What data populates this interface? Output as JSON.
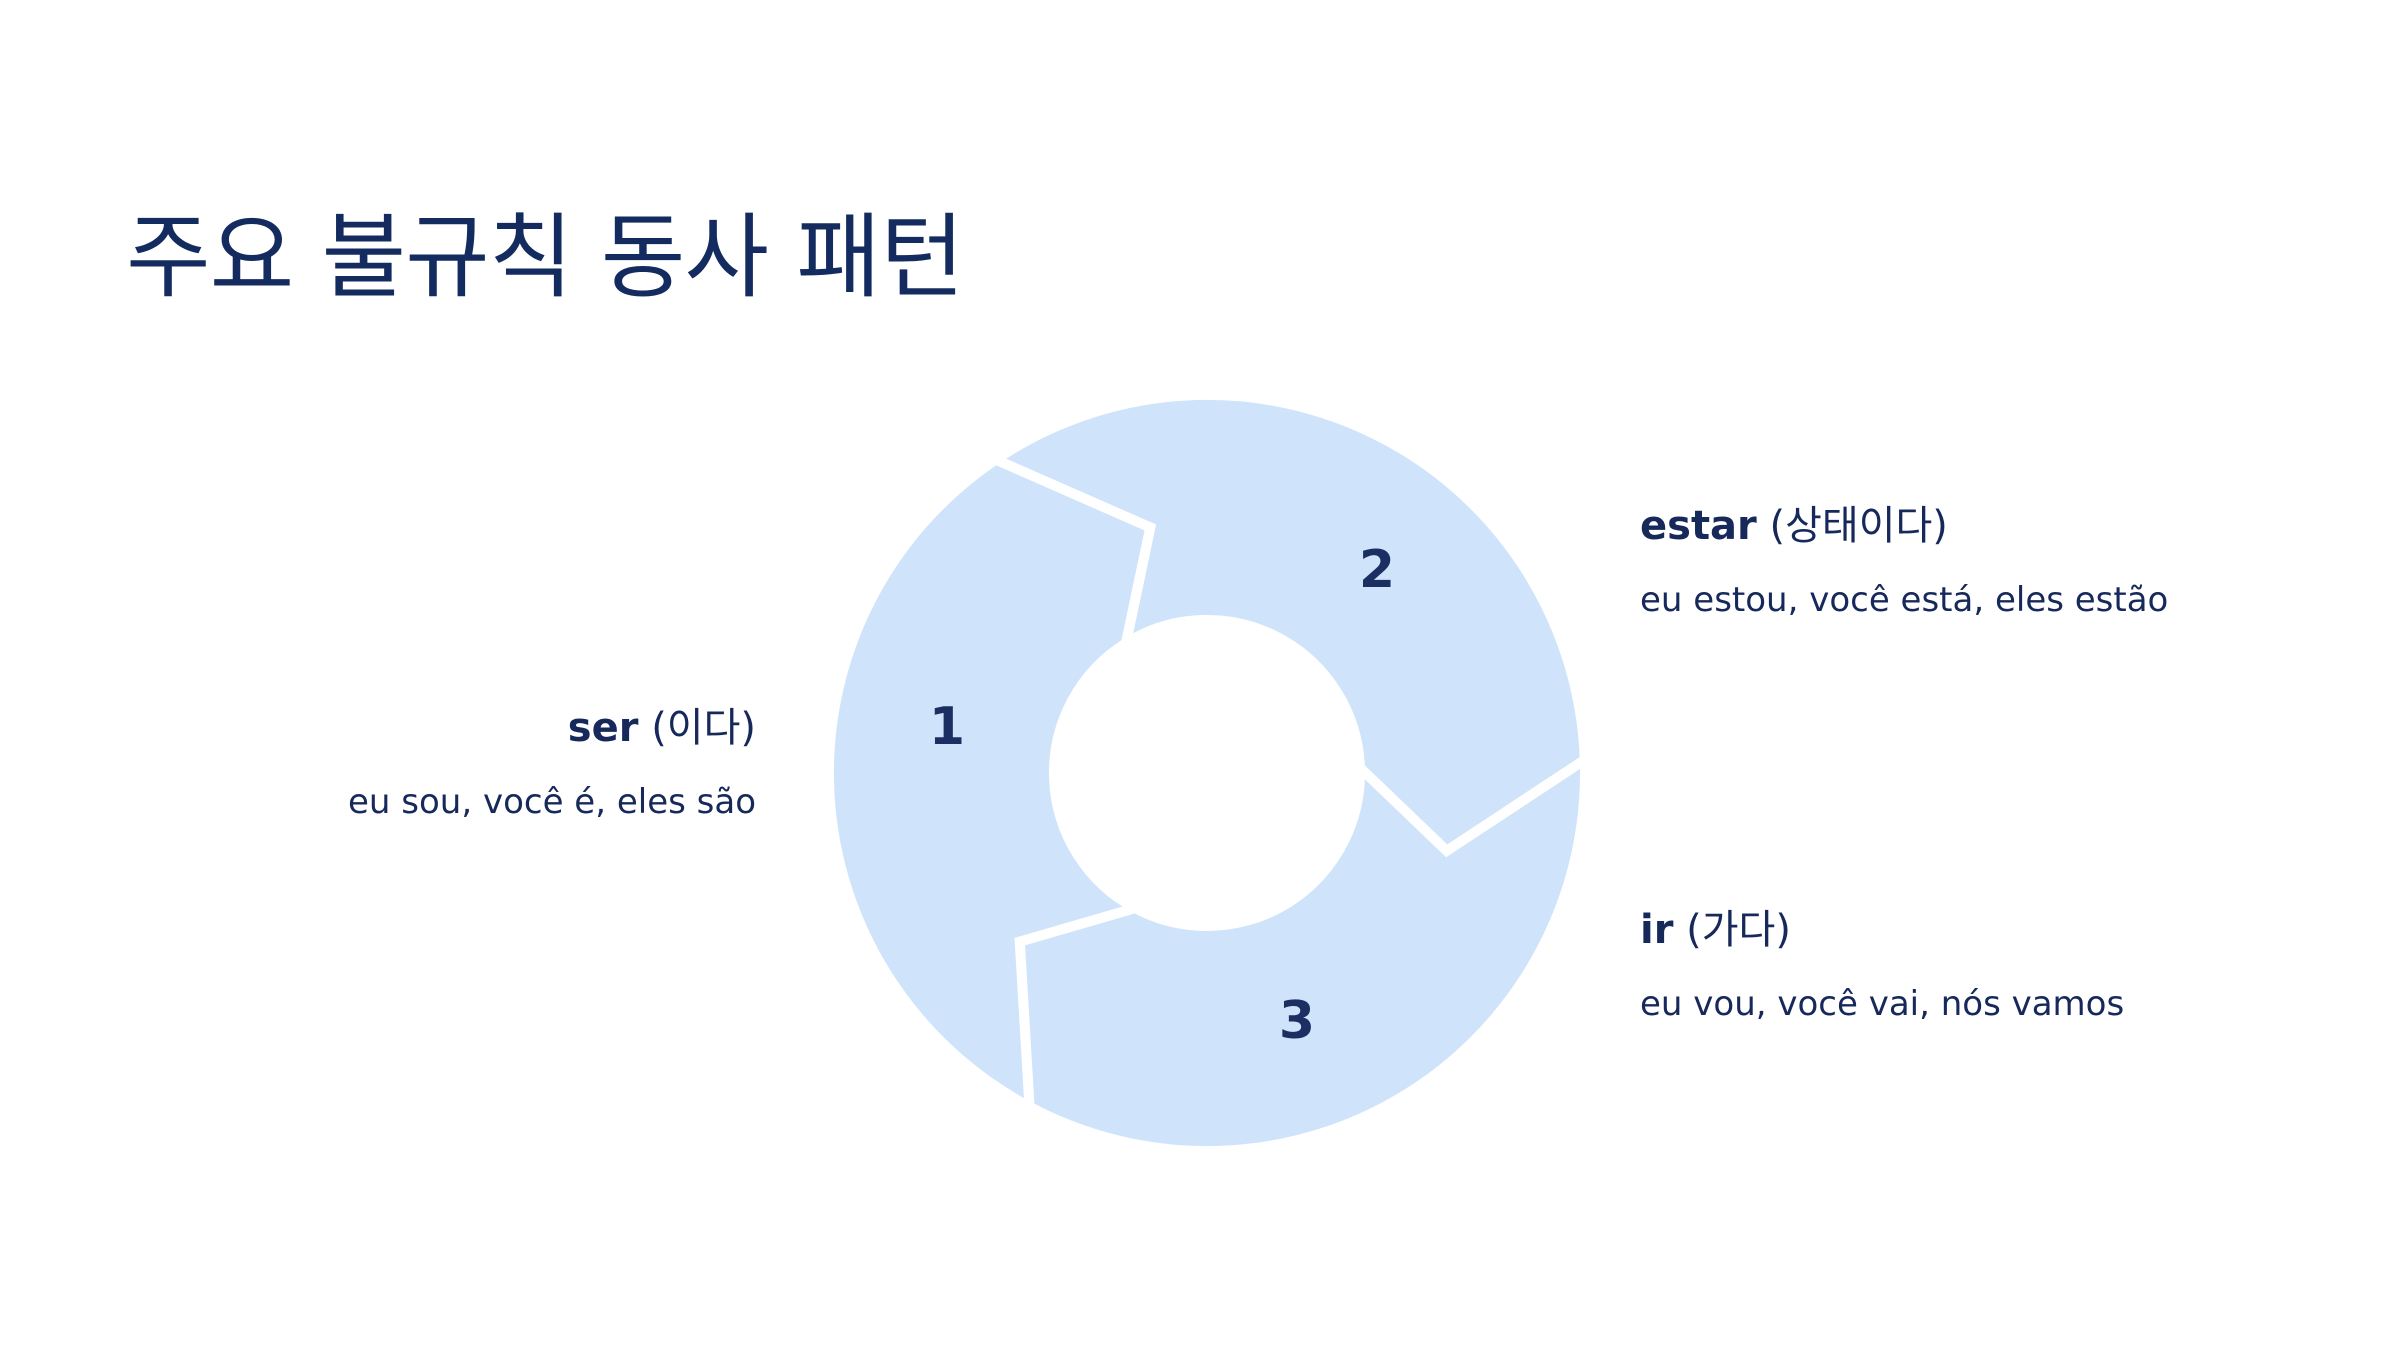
{
  "title": "주요 불규칙 동사 패턴",
  "colors": {
    "segment_fill": "#cfe4fb",
    "text": "#16295a",
    "background": "#ffffff"
  },
  "cycle": {
    "segments": [
      {
        "number": "1"
      },
      {
        "number": "2"
      },
      {
        "number": "3"
      }
    ]
  },
  "verbs": [
    {
      "verb": "ser",
      "meaning": "(이다)",
      "forms": "eu sou, você é, eles são"
    },
    {
      "verb": "estar",
      "meaning": "(상태이다)",
      "forms": "eu estou, você está, eles estão"
    },
    {
      "verb": "ir",
      "meaning": "(가다)",
      "forms": "eu vou, você vai, nós vamos"
    }
  ]
}
